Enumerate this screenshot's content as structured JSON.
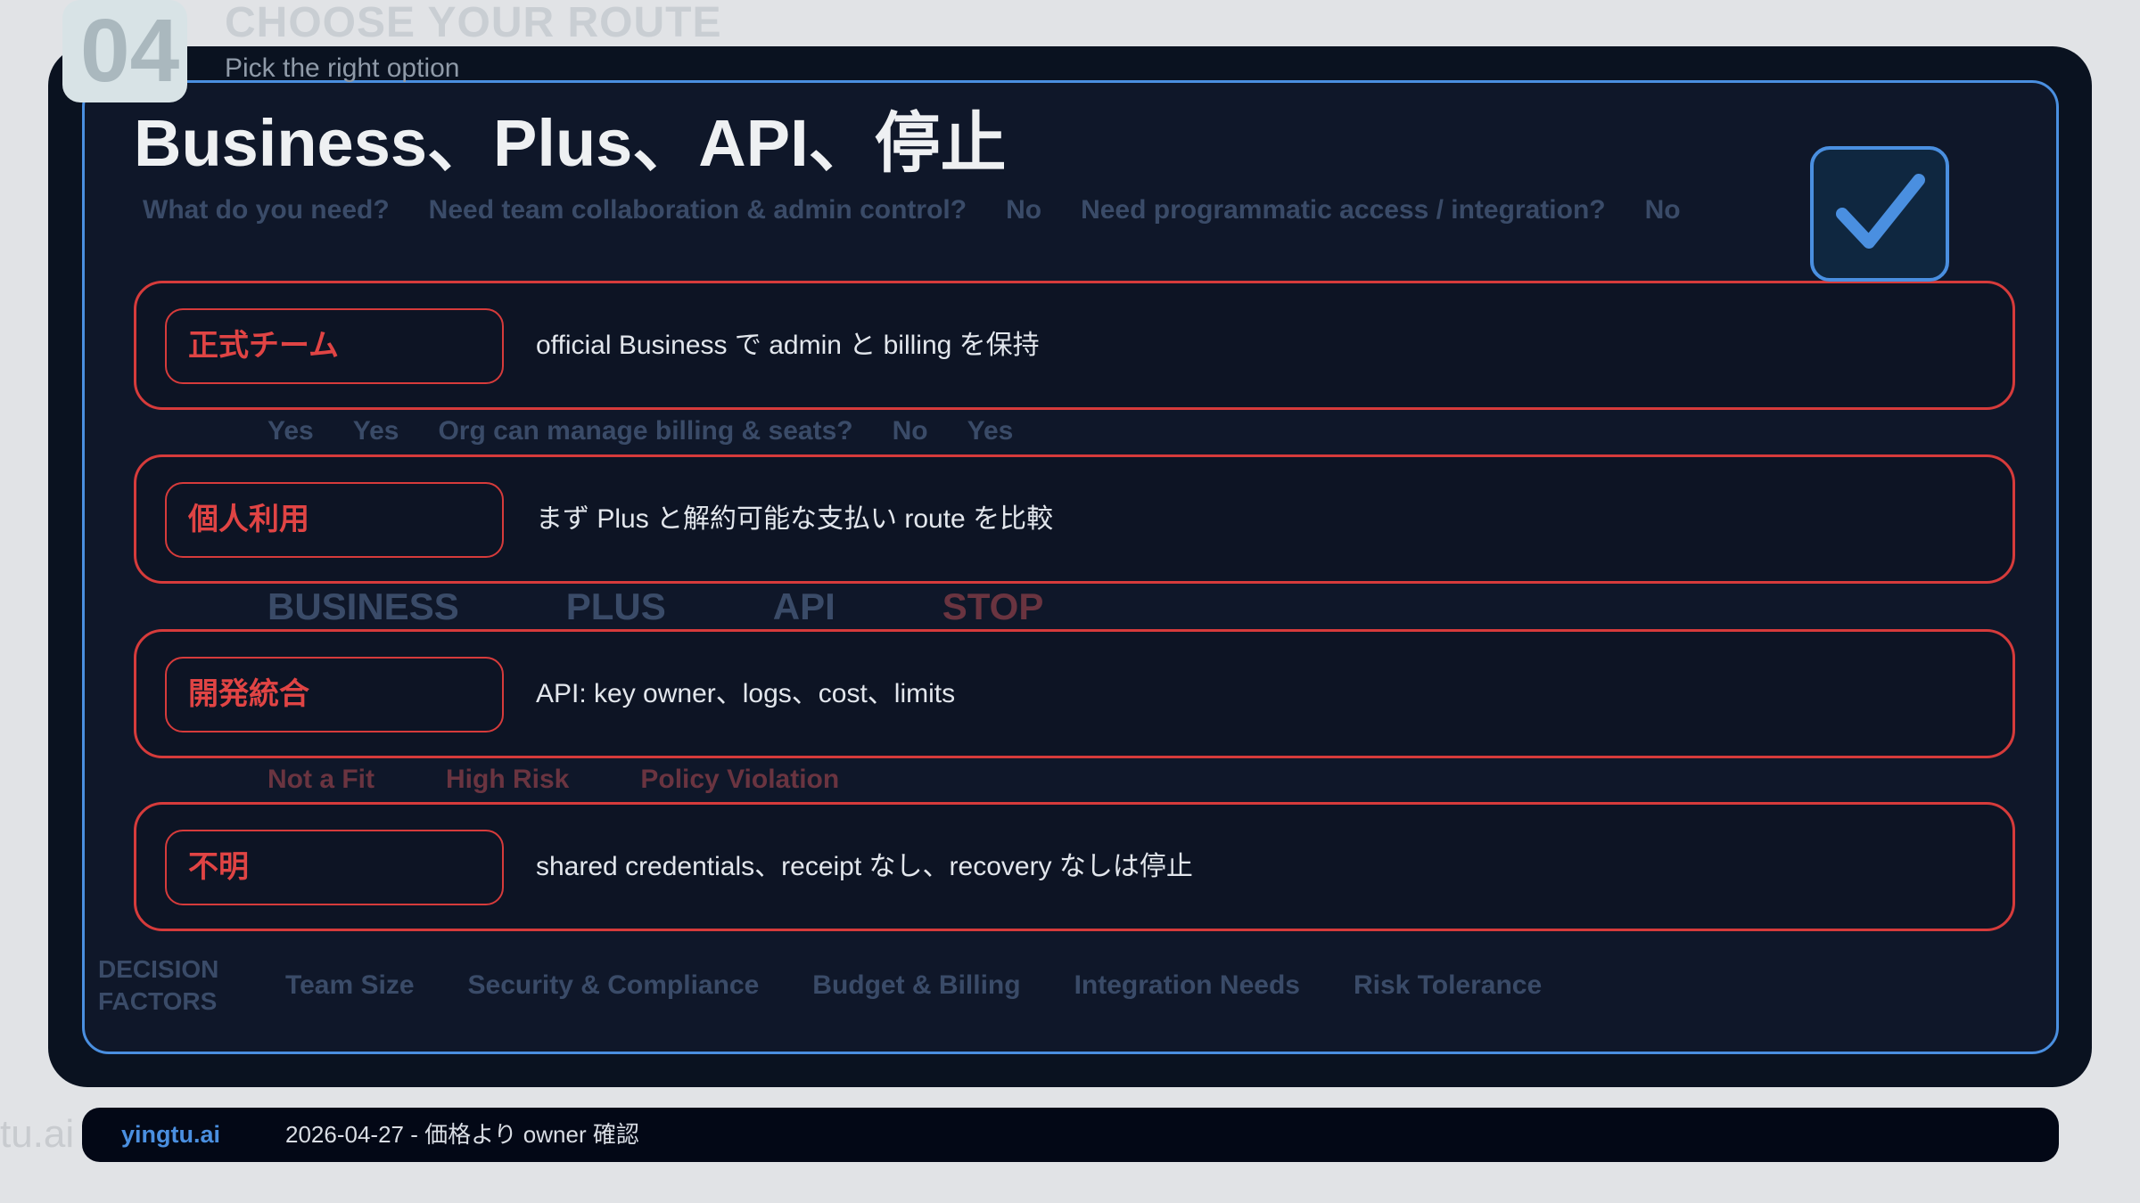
{
  "background": {
    "number": "04",
    "title": "CHOOSE YOUR ROUTE",
    "subtitle": "Pick the right option",
    "flow": [
      "What do you need?",
      "Need team collaboration & admin control?",
      "No",
      "Need programmatic access / integration?",
      "No",
      "Yes",
      "Yes",
      "Org can manage billing & seats?",
      "No",
      "Yes",
      "BUSINESS",
      "PLUS",
      "API",
      "STOP",
      "Not a Fit",
      "High Risk",
      "Policy Violation"
    ],
    "factors_label": "DECISION FACTORS",
    "factors": [
      "Team Size",
      "Security & Compliance",
      "Budget & Billing",
      "Integration Needs",
      "Risk Tolerance"
    ],
    "watermark": "tu.ai"
  },
  "title": "Business、Plus、API、停止",
  "checkbox": {
    "checked": true,
    "color": "#4a8fe0"
  },
  "rows": [
    {
      "tag": "正式チーム",
      "text": "official Business で admin と billing を保持"
    },
    {
      "tag": "個人利用",
      "text": "まず Plus と解約可能な支払い route を比較"
    },
    {
      "tag": "開発統合",
      "text": "API: key owner、logs、cost、limits"
    },
    {
      "tag": "不明",
      "text": "shared credentials、receipt なし、recovery なしは停止"
    }
  ],
  "footer": {
    "brand": "yingtu.ai",
    "note": "2026-04-27 - 価格より owner 確認"
  },
  "colors": {
    "accent": "#4a8fe0",
    "alert": "#d63b3b",
    "panel": "#0a1220"
  }
}
